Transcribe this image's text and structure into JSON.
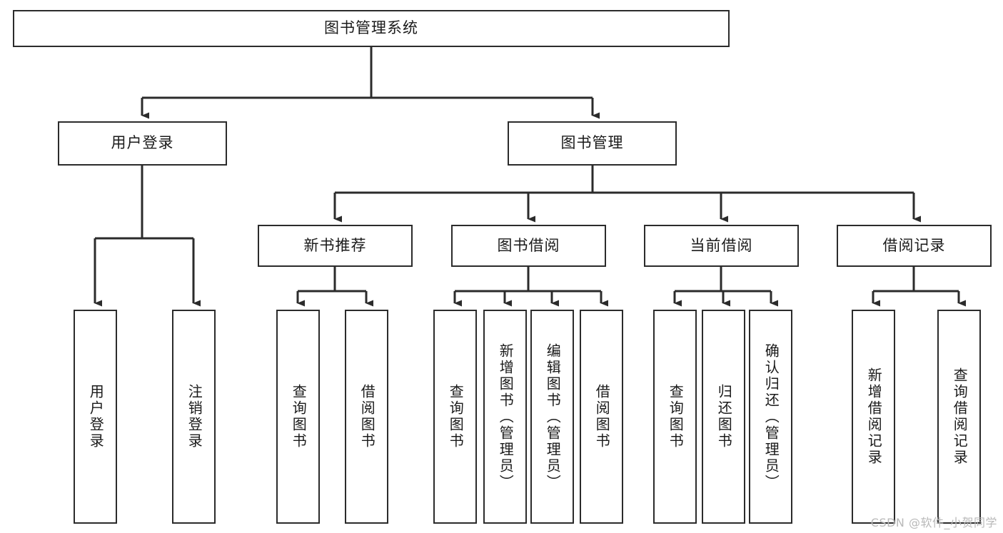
{
  "diagram": {
    "type": "tree",
    "title": "图书管理系统",
    "stroke_color": "#2b2b2b",
    "background_color": "#ffffff",
    "text_color": "#1a1a1a",
    "root": {
      "id": "root",
      "label": "图书管理系统"
    },
    "level2": [
      {
        "id": "user-login",
        "label": "用户登录"
      },
      {
        "id": "book-manage",
        "label": "图书管理"
      }
    ],
    "level3": [
      {
        "id": "new-book-rec",
        "label": "新书推荐",
        "parent": "book-manage"
      },
      {
        "id": "book-borrow",
        "label": "图书借阅",
        "parent": "book-manage"
      },
      {
        "id": "current-borrow",
        "label": "当前借阅",
        "parent": "book-manage"
      },
      {
        "id": "borrow-record",
        "label": "借阅记录",
        "parent": "book-manage"
      }
    ],
    "leaves": [
      {
        "id": "leaf-user-login",
        "label": "用户登录",
        "parent": "user-login"
      },
      {
        "id": "leaf-user-logout",
        "label": "注销登录",
        "parent": "user-login"
      },
      {
        "id": "leaf-query-book-1",
        "label": "查询图书",
        "parent": "new-book-rec"
      },
      {
        "id": "leaf-borrow-book-1",
        "label": "借阅图书",
        "parent": "new-book-rec"
      },
      {
        "id": "leaf-query-book-2",
        "label": "查询图书",
        "parent": "book-borrow"
      },
      {
        "id": "leaf-add-book",
        "label": "新增图书（管理员）",
        "parent": "book-borrow"
      },
      {
        "id": "leaf-edit-book",
        "label": "编辑图书（管理员）",
        "parent": "book-borrow"
      },
      {
        "id": "leaf-borrow-book-2",
        "label": "借阅图书",
        "parent": "book-borrow"
      },
      {
        "id": "leaf-query-book-3",
        "label": "查询图书",
        "parent": "current-borrow"
      },
      {
        "id": "leaf-return-book",
        "label": "归还图书",
        "parent": "current-borrow"
      },
      {
        "id": "leaf-confirm-return",
        "label": "确认归还（管理员）",
        "parent": "current-borrow"
      },
      {
        "id": "leaf-add-record",
        "label": "新增借阅记录",
        "parent": "borrow-record"
      },
      {
        "id": "leaf-query-record",
        "label": "查询借阅记录",
        "parent": "borrow-record"
      }
    ]
  },
  "watermark": {
    "text": "CSDN @软件_小贺同学"
  }
}
